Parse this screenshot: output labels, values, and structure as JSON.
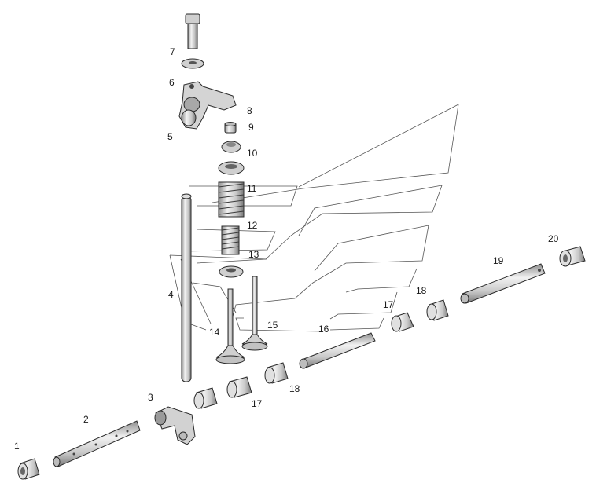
{
  "diagram": {
    "callouts": [
      {
        "id": "1",
        "text": "1"
      },
      {
        "id": "2",
        "text": "2"
      },
      {
        "id": "3",
        "text": "3"
      },
      {
        "id": "4",
        "text": "4"
      },
      {
        "id": "5",
        "text": "5"
      },
      {
        "id": "6",
        "text": "6"
      },
      {
        "id": "7",
        "text": "7"
      },
      {
        "id": "8",
        "text": "8"
      },
      {
        "id": "9",
        "text": "9"
      },
      {
        "id": "10",
        "text": "10"
      },
      {
        "id": "11",
        "text": "11"
      },
      {
        "id": "12",
        "text": "12"
      },
      {
        "id": "13",
        "text": "13"
      },
      {
        "id": "14",
        "text": "14"
      },
      {
        "id": "15",
        "text": "15"
      },
      {
        "id": "16",
        "text": "16"
      },
      {
        "id": "17a",
        "text": "17"
      },
      {
        "id": "17b",
        "text": "17"
      },
      {
        "id": "18a",
        "text": "18"
      },
      {
        "id": "18b",
        "text": "18"
      },
      {
        "id": "19",
        "text": "19"
      },
      {
        "id": "20",
        "text": "20"
      }
    ],
    "colors": {
      "line": "#2a2a2a",
      "part_fill": "#d9d9d9",
      "shade": "#9a9a9a",
      "background": "#ffffff"
    }
  }
}
